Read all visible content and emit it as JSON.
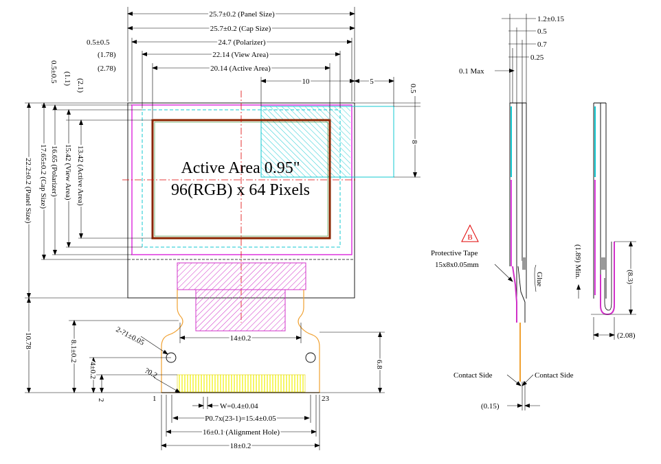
{
  "colors": {
    "panel": "#000000",
    "polarizer": "#e040e0",
    "view_area": "#10c8d0",
    "active_border": "#8b2500",
    "tape_hatch": "#10c8d0",
    "fpc_outline": "#f0a030",
    "ic_hatch": "#d030c8",
    "contact_pads": "#f0f000",
    "centerline": "#e00000",
    "rev_mark": "#e00000"
  },
  "front_view": {
    "center_title": "Active Area 0.95\"",
    "center_sub": "96(RGB) x 64 Pixels",
    "top_dims": {
      "panel": "25.7±0.2 (Panel Size)",
      "cap": "25.7±0.2 (Cap Size)",
      "pol_off": "0.5±0.5",
      "pol": "24.7 (Polarizer)",
      "view_off": "(1.78)",
      "view": "22.14 (View Area)",
      "active_off": "(2.78)",
      "active": "20.14 (Active Area)",
      "tape_w": "10",
      "tape_off": "5"
    },
    "right_dims": {
      "tape_top": "0.5",
      "tape_h": "8"
    },
    "left_dims": {
      "pol_off": "0.5±0.5",
      "view_off": "(1.1)",
      "active_off": "(2.1)",
      "active": "13.42 (Active Area)",
      "view": "15.42 (View Area)",
      "pol": "16.65 (Polarizer)",
      "cap": "17.65±0.2 (Cap Size)",
      "panel": "22.2±0.2 (Panel Size)",
      "tail": "10.78"
    },
    "fpc_dims": {
      "neck": "14±0.2",
      "hole": "2-?1±0.05",
      "r": "?0.2",
      "h_total": "8.1±0.2",
      "h_hole": "4±0.2",
      "h_pad": "2",
      "h_right": "6.8",
      "pin_first": "1",
      "pin_last": "23",
      "width": "W=0.4±0.04",
      "pitch": "P0.7x(23-1)=15.4±0.05",
      "align": "16±0.1 (Alignment Hole)",
      "total": "18±0.2"
    }
  },
  "side_view": {
    "thickness": "1.2±0.15",
    "d1": "0.5",
    "d2": "0.7",
    "d3": "0.25",
    "max": "0.1 Max",
    "rev": "B",
    "tape_label": "Protective Tape",
    "tape_size": "15x8x0.05mm",
    "glue": "Glue",
    "contact_left": "Contact Side",
    "contact_right": "Contact Side",
    "fpc_thk": "(0.15)",
    "bend_min": "(1.89) Min.",
    "bend_h": "(8.3)",
    "bend_w": "(2.08)"
  }
}
